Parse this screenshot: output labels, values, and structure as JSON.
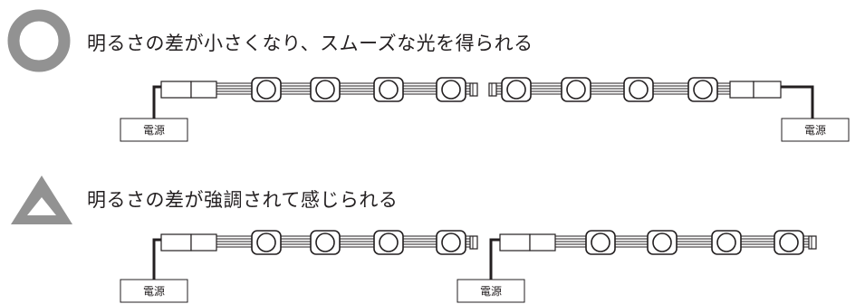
{
  "good_case": {
    "symbol": "circle-icon",
    "heading": "明るさの差が小さくなり、スムーズな光を得られる",
    "power_labels": [
      "電源",
      "電源"
    ]
  },
  "fair_case": {
    "symbol": "triangle-icon",
    "heading": "明るさの差が強調されて感じられる",
    "power_labels": [
      "電源",
      "電源"
    ]
  },
  "colors": {
    "symbol": "#929292",
    "line": "#231f20"
  }
}
